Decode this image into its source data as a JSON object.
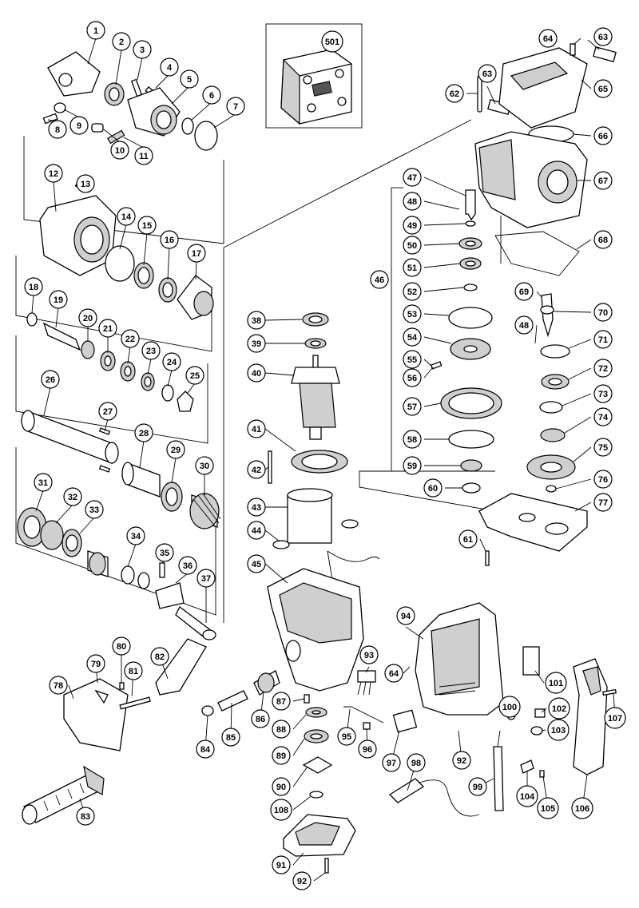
{
  "diagram": {
    "colors": {
      "line": "#000000",
      "background": "#ffffff",
      "shade": "#cfcfcf"
    },
    "callouts": {
      "c1": "1",
      "c2": "2",
      "c3": "3",
      "c4": "4",
      "c5": "5",
      "c6": "6",
      "c7": "7",
      "c8": "8",
      "c9": "9",
      "c10": "10",
      "c11": "11",
      "c12": "12",
      "c13": "13",
      "c14": "14",
      "c15": "15",
      "c16": "16",
      "c17": "17",
      "c18": "18",
      "c19": "19",
      "c20": "20",
      "c21": "21",
      "c22": "22",
      "c23": "23",
      "c24": "24",
      "c25": "25",
      "c26": "26",
      "c27": "27",
      "c28": "28",
      "c29": "29",
      "c30": "30",
      "c31": "31",
      "c32": "32",
      "c33": "33",
      "c34": "34",
      "c35": "35",
      "c36": "36",
      "c37": "37",
      "c38": "38",
      "c39": "39",
      "c40": "40",
      "c41": "41",
      "c42": "42",
      "c43": "43",
      "c44": "44",
      "c45": "45",
      "c46": "46",
      "c47": "47",
      "c48a": "48",
      "c48b": "48",
      "c49": "49",
      "c50": "50",
      "c51": "51",
      "c52": "52",
      "c53": "53",
      "c54": "54",
      "c55": "55",
      "c56": "56",
      "c57": "57",
      "c58": "58",
      "c59": "59",
      "c60": "60",
      "c61": "61",
      "c62": "62",
      "c63a": "63",
      "c63b": "63",
      "c64a": "64",
      "c64b": "64",
      "c65": "65",
      "c66": "66",
      "c67": "67",
      "c68": "68",
      "c69": "69",
      "c70": "70",
      "c71": "71",
      "c72": "72",
      "c73": "73",
      "c74": "74",
      "c75": "75",
      "c76": "76",
      "c77": "77",
      "c78": "78",
      "c79": "79",
      "c80": "80",
      "c81": "81",
      "c82": "82",
      "c83": "83",
      "c84": "84",
      "c85": "85",
      "c86": "86",
      "c87": "87",
      "c88": "88",
      "c89": "89",
      "c90": "90",
      "c91": "91",
      "c92a": "92",
      "c92b": "92",
      "c93": "93",
      "c94": "94",
      "c95": "95",
      "c96": "96",
      "c97": "97",
      "c98": "98",
      "c99": "99",
      "c100": "100",
      "c101": "101",
      "c102": "102",
      "c103": "103",
      "c104": "104",
      "c105": "105",
      "c106": "106",
      "c107": "107",
      "c108": "108",
      "c501": "501"
    }
  }
}
